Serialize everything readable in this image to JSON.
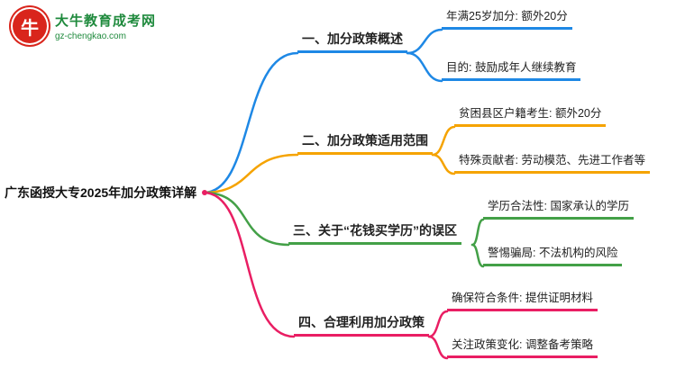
{
  "logo": {
    "icon_char": "牛",
    "title": "大牛教育成考网",
    "url": "gz-chengkao.com"
  },
  "root": {
    "label": "广东函授大专2025年加分政策详解"
  },
  "colors": {
    "branch1": "#1e88e5",
    "branch2": "#f5a300",
    "branch3": "#43a047",
    "branch4": "#e91e63",
    "logo_green": "#1f8a3d",
    "logo_red": "#d9251c"
  },
  "branches": [
    {
      "label": "一、加分政策概述",
      "color": "#1e88e5",
      "children": [
        {
          "label": "年满25岁加分: 额外20分"
        },
        {
          "label": "目的: 鼓励成年人继续教育"
        }
      ]
    },
    {
      "label": "二、加分政策适用范围",
      "color": "#f5a300",
      "children": [
        {
          "label": "贫困县区户籍考生: 额外20分"
        },
        {
          "label": "特殊贡献者: 劳动模范、先进工作者等"
        }
      ]
    },
    {
      "label": "三、关于“花钱买学历”的误区",
      "color": "#43a047",
      "children": [
        {
          "label": "学历合法性: 国家承认的学历"
        },
        {
          "label": "警惕骗局: 不法机构的风险"
        }
      ]
    },
    {
      "label": "四、合理利用加分政策",
      "color": "#e91e63",
      "children": [
        {
          "label": "确保符合条件: 提供证明材料"
        },
        {
          "label": "关注政策变化: 调整备考策略"
        }
      ]
    }
  ]
}
